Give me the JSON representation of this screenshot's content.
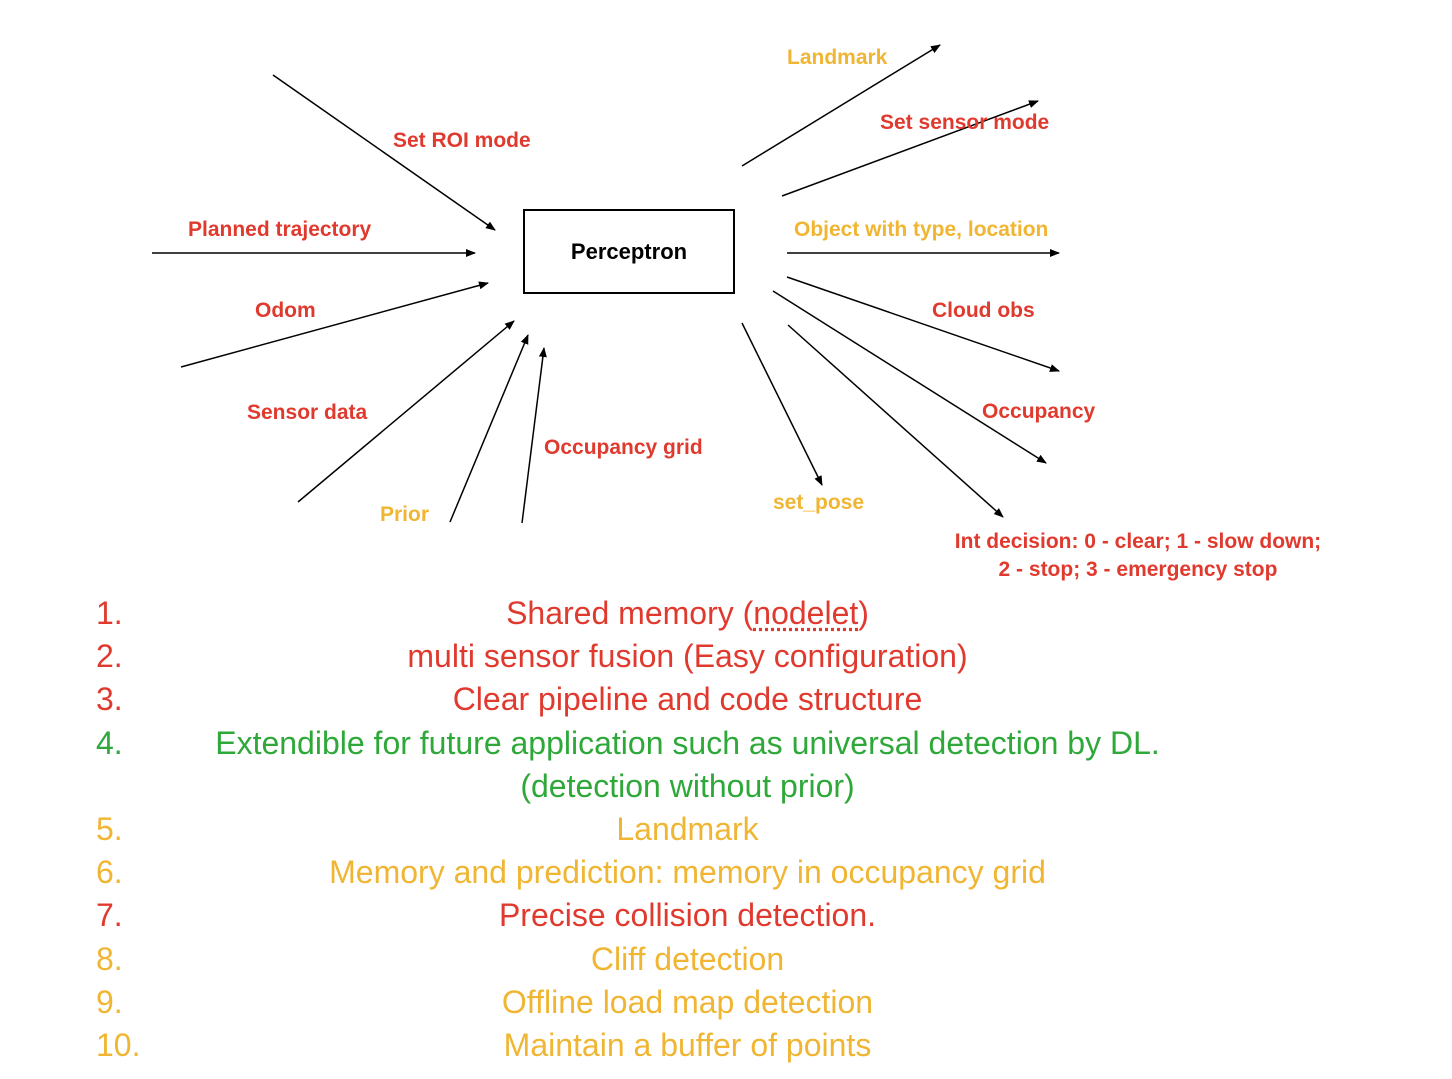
{
  "node": {
    "label": "Perceptron"
  },
  "inputs": {
    "set_roi_mode": "Set ROI mode",
    "planned_trajectory": "Planned trajectory",
    "odom": "Odom",
    "sensor_data": "Sensor data",
    "prior": "Prior",
    "occupancy_grid": "Occupancy grid"
  },
  "outputs": {
    "landmark": "Landmark",
    "set_sensor_mode": "Set sensor mode",
    "object": "Object with type, location",
    "cloud_obs": "Cloud obs",
    "occupancy": "Occupancy",
    "set_pose": "set_pose",
    "decision_line1": "Int decision: 0 - clear; 1 - slow down;",
    "decision_line2": "2 - stop; 3 - emergency stop"
  },
  "notes": [
    {
      "num": "1.",
      "pre": "Shared memory (",
      "underlined": "nodelet",
      "post": ")",
      "color": "#e03a2f"
    },
    {
      "num": "2.",
      "text": "multi sensor fusion (Easy configuration)",
      "color": "#e03a2f"
    },
    {
      "num": "3.",
      "text": "Clear pipeline and code structure",
      "color": "#e03a2f"
    },
    {
      "num": "4.",
      "line1": "Extendible for future application such as universal detection by DL.",
      "line2": "(detection without prior)",
      "color": "#2fa83a"
    },
    {
      "num": "5.",
      "text": "Landmark",
      "color": "#f0b633"
    },
    {
      "num": "6.",
      "text": "Memory and prediction: memory in occupancy grid",
      "color": "#f0b633"
    },
    {
      "num": "7.",
      "text": "Precise collision detection.",
      "color": "#e03a2f"
    },
    {
      "num": "8.",
      "text": "Cliff detection",
      "color": "#f0b633"
    },
    {
      "num": "9.",
      "text": "Offline load map detection",
      "color": "#f0b633"
    },
    {
      "num": "10.",
      "text": "Maintain a buffer of points",
      "color": "#f0b633"
    }
  ]
}
